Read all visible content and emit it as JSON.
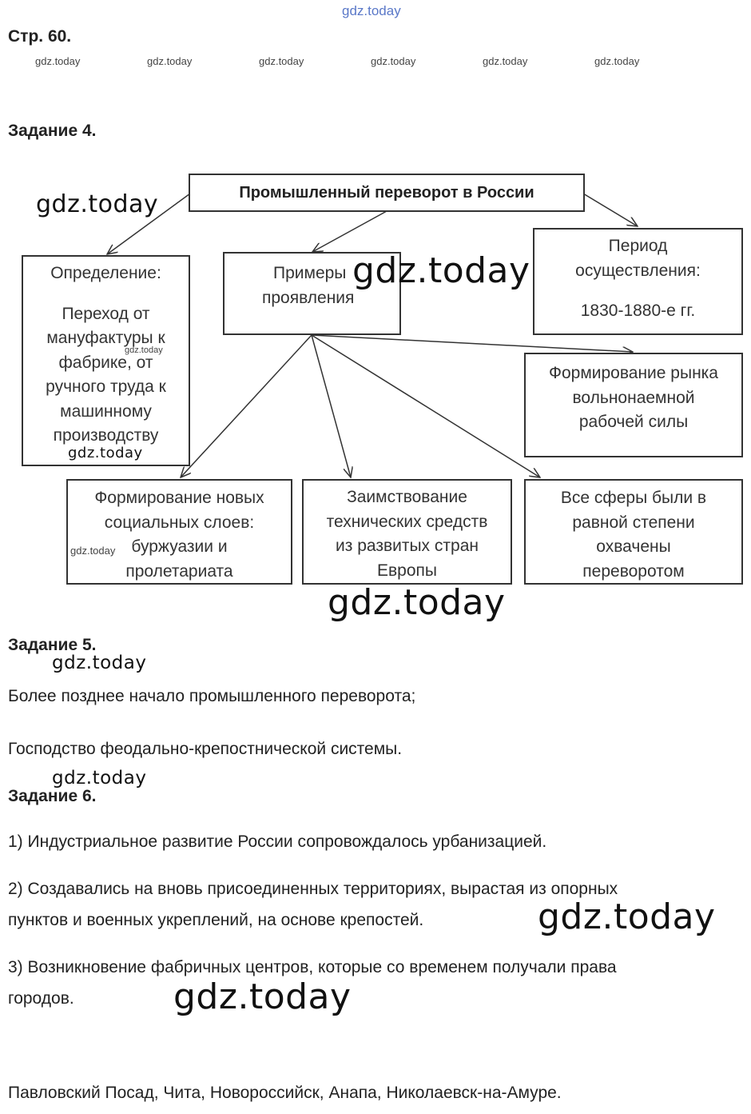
{
  "watermark": "gdz.today",
  "page_label": "Стр. 60.",
  "task4": {
    "heading": "Задание 4.",
    "root": "Промышленный переворот в России",
    "definition_label": "Определение:",
    "definition_lines": [
      "Переход от",
      "мануфактуры к",
      "фабрике, от",
      "ручного труда к",
      "машинному",
      "производству"
    ],
    "examples_lines": [
      "Примеры",
      "проявления"
    ],
    "period_lines": [
      "Период",
      "осуществления:"
    ],
    "period_value": "1830-1880-е гг.",
    "market_lines": [
      "Формирование рынка",
      "вольнонаемной",
      "рабочей силы"
    ],
    "social_lines": [
      "Формирование новых",
      "социальных слоев:",
      "буржуазии и",
      "пролетариата"
    ],
    "tech_lines": [
      "Заимствование",
      "технических средств",
      "из развитых стран",
      "Европы"
    ],
    "spheres_lines": [
      "Все сферы были в",
      "равной степени",
      "охвачены",
      "переворотом"
    ]
  },
  "task5": {
    "heading": "Задание 5.",
    "lines": [
      "Более позднее начало промышленного переворота;",
      "Господство феодально-крепостнической системы."
    ]
  },
  "task6": {
    "heading": "Задание 6.",
    "item1": "1) Индустриальное развитие России сопровождалось урбанизацией.",
    "item2_lines": [
      "2) Создавались на вновь присоединенных территориях, вырастая из опорных",
      "пунктов и военных укреплений, на основе крепостей."
    ],
    "item3_lines": [
      "3) Возникновение фабричных центров, которые со временем получали права",
      "городов."
    ],
    "cities": "Павловский Посад, Чита, Новороссийск, Анапа, Николаевск-на-Амуре."
  }
}
